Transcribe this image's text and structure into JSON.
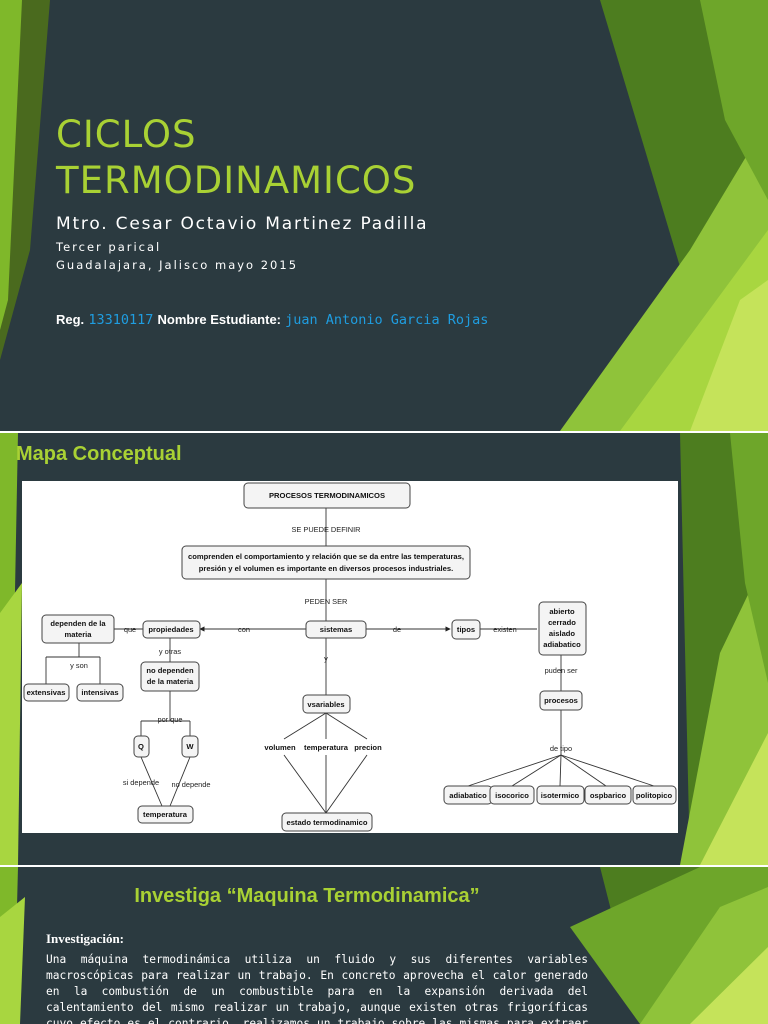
{
  "slide1": {
    "title_lines": [
      "CICLOS",
      "TERMODINAMICOS"
    ],
    "author": "Mtro. Cesar Octavio Martinez Padilla",
    "subtitle": "Tercer parical",
    "location_date": "Guadalajara, Jalisco mayo 2015",
    "reg_label": "Reg.",
    "reg_value": "13310117",
    "student_label": "Nombre Estudiante:",
    "student_value": "juan Antonio Garcia Rojas"
  },
  "slide2": {
    "title": "Mapa Conceptual",
    "concept_map": {
      "nodes": {
        "root": "PROCESOS TERMODINAMICOS",
        "definition_1": "comprenden el comportamiento y relación que se da entre las temperaturas,",
        "definition_2": "presión y el volumen es importante en diversos procesos industriales.",
        "sistemas": "sistemas",
        "propiedades": "propiedades",
        "dependen_1": "dependen de la",
        "dependen_2": "materia",
        "extensivas": "extensivas",
        "intensivas": "intensivas",
        "no_dependen_1": "no dependen",
        "no_dependen_2": "de la materia",
        "q": "Q",
        "w": "W",
        "temperatura": "temperatura",
        "vsariables": "vsariables",
        "volumen": "volumen",
        "temperatura2": "temperatura",
        "precion": "precion",
        "estado": "estado termodinamico",
        "tipos": "tipos",
        "tipos_list": [
          "abierto",
          "cerrado",
          "aislado",
          "adiabatico"
        ],
        "procesos": "procesos",
        "adiabatico": "adiabatico",
        "isocorico": "isocorico",
        "isotermico": "isotermico",
        "ospbarico": "ospbarico",
        "politopico": "politopico"
      },
      "links": {
        "se_puede_definir": "SE PUEDE DEFINIR",
        "peden_ser": "PEDEN SER",
        "con": "con",
        "que": "que",
        "de": "de",
        "existen": "existen",
        "y": "y",
        "y_son": "y son",
        "y_otras": "y otras",
        "por_que": "por que",
        "si_depende": "si depende",
        "no_depende": "no depende",
        "pueden_ser": "puden ser",
        "de_tipo": "de tipo"
      }
    }
  },
  "slide3": {
    "title": "Investiga “Maquina Termodinamica”",
    "subtitle": "Investigación:",
    "body": "Una máquina termodinámica utiliza un fluido y sus diferentes variables macroscópicas para realizar un trabajo. En concreto aprovecha el calor generado en la combustión de un combustible para en la expansión derivada del calentamiento del mismo realizar un trabajo, aunque existen otras frigoríficas cuyo efecto es el contrario, realizamos un trabajo sobre las mismas para extraer calor de un foco frío y depositarlo en un foco caliente."
  },
  "colors": {
    "background": "#2b3a40",
    "accent_green": "#a9d134",
    "highlight_blue": "#1f9de0"
  }
}
